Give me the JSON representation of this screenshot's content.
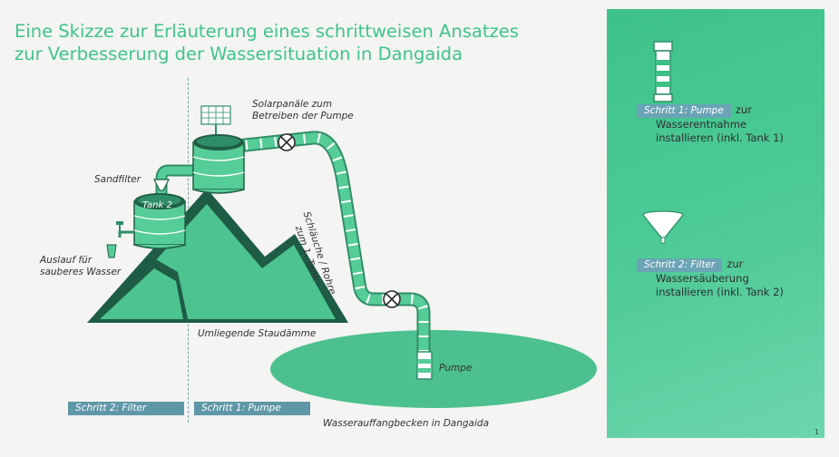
{
  "title_line1": "Eine Skizze zur Erläuterung eines schrittweisen Ansatzes",
  "title_line2": "zur Verbesserung der Wassersituation in Dangaida",
  "labels": {
    "solar": [
      "Solarpanäle zum",
      "Betreiben der Pumpe"
    ],
    "sandfilter": "Sandfilter",
    "tank2": "Tank 2",
    "auslauf": [
      "Auslauf für",
      "sauberes Wasser"
    ],
    "hoses": [
      "Schläuche / Rohre",
      "zum 1. Tank"
    ],
    "dams": "Umliegende Staudämme",
    "pump": "Pumpe",
    "basin": "Wasserauffangbecken in Dangaida"
  },
  "bottom_tags": {
    "filter": "Schritt 2: Filter",
    "pump": "Schritt 1: Pumpe"
  },
  "panel": {
    "step1": {
      "tag": "Schritt 1: Pumpe",
      "suffix": "zur",
      "lines": [
        "Wasserentnahme",
        "installieren (inkl. Tank 1)"
      ],
      "icon": "pump-cylinder-icon"
    },
    "step2": {
      "tag": "Schritt 2: Filter",
      "suffix": "zur",
      "lines": [
        "Wassersäuberung",
        "installieren (inkl. Tank 2)"
      ],
      "icon": "funnel-filter-icon"
    },
    "page_number": "1"
  },
  "colors": {
    "green": "#3fc48c",
    "dark_green": "#1f5e45",
    "tag_blue": "#5e97a6"
  }
}
